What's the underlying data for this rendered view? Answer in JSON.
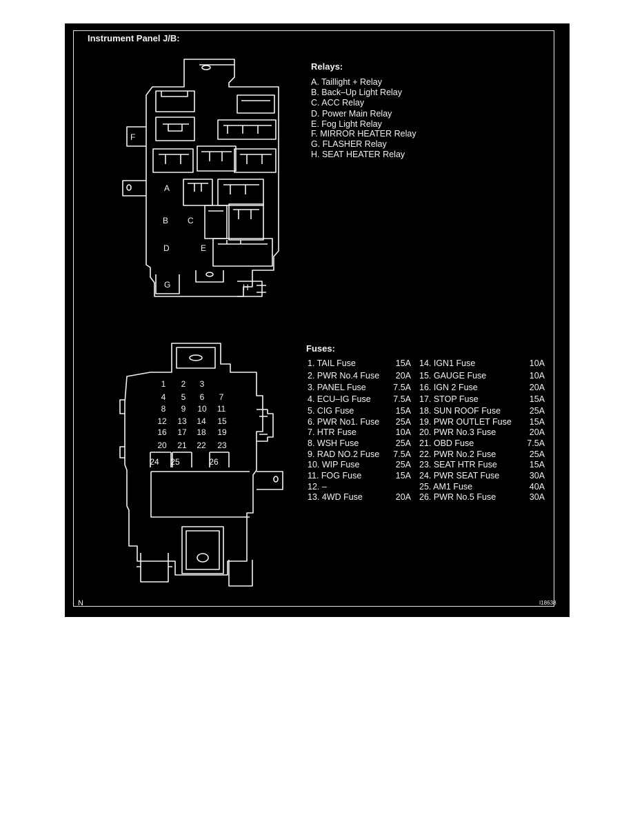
{
  "title": "Instrument Panel J/B:",
  "relays": {
    "heading": "Relays:",
    "items": [
      {
        "letter": "A",
        "text": "A. Taillight + Relay"
      },
      {
        "letter": "B",
        "text": "B. Back–Up Light Relay"
      },
      {
        "letter": "C",
        "text": "C. ACC Relay"
      },
      {
        "letter": "D",
        "text": "D. Power Main Relay"
      },
      {
        "letter": "E",
        "text": "E. Fog Light Relay"
      },
      {
        "letter": "F",
        "text": "F. MIRROR HEATER Relay"
      },
      {
        "letter": "G",
        "text": "G. FLASHER Relay"
      },
      {
        "letter": "H",
        "text": "H. SEAT HEATER Relay"
      }
    ]
  },
  "fuses": {
    "heading": "Fuses:",
    "left": [
      {
        "name": "1. TAIL Fuse",
        "amp": "15A"
      },
      {
        "name": "2. PWR No.4 Fuse",
        "amp": "20A"
      },
      {
        "name": "3. PANEL Fuse",
        "amp": "7.5A"
      },
      {
        "name": "4. ECU–IG Fuse",
        "amp": "7.5A"
      },
      {
        "name": "5. CIG Fuse",
        "amp": "15A"
      },
      {
        "name": "6. PWR No1. Fuse",
        "amp": "25A"
      },
      {
        "name": "7. HTR Fuse",
        "amp": "10A"
      },
      {
        "name": "8. WSH Fuse",
        "amp": "25A"
      },
      {
        "name": "9. RAD NO.2 Fuse",
        "amp": "7.5A"
      },
      {
        "name": "10. WIP Fuse",
        "amp": "25A"
      },
      {
        "name": "11. FOG Fuse",
        "amp": "15A"
      },
      {
        "name": "12.      –",
        "amp": ""
      },
      {
        "name": "13. 4WD Fuse",
        "amp": "20A"
      }
    ],
    "right": [
      {
        "name": "14. IGN1 Fuse",
        "amp": "10A"
      },
      {
        "name": "15. GAUGE Fuse",
        "amp": "10A"
      },
      {
        "name": "16. IGN 2 Fuse",
        "amp": "20A"
      },
      {
        "name": "17. STOP Fuse",
        "amp": "15A"
      },
      {
        "name": "18. SUN ROOF Fuse",
        "amp": "25A"
      },
      {
        "name": "19. PWR OUTLET Fuse",
        "amp": "15A"
      },
      {
        "name": "20. PWR No.3 Fuse",
        "amp": "20A"
      },
      {
        "name": "21. OBD Fuse",
        "amp": "7.5A"
      },
      {
        "name": "22. PWR No.2 Fuse",
        "amp": "25A"
      },
      {
        "name": "23. SEAT HTR Fuse",
        "amp": "15A"
      },
      {
        "name": "24. PWR SEAT Fuse",
        "amp": "30A"
      },
      {
        "name": "25. AM1 Fuse",
        "amp": "40A"
      },
      {
        "name": "26. PWR No.5 Fuse",
        "amp": "30A"
      }
    ]
  },
  "fuse_box_numbers": [
    [
      "1",
      "2",
      "3"
    ],
    [
      "4",
      "5",
      "6",
      "7"
    ],
    [
      "8",
      "9",
      "10",
      "11"
    ],
    [
      "12",
      "13",
      "14",
      "15"
    ],
    [
      "16",
      "17",
      "18",
      "19"
    ],
    [
      "20",
      "21",
      "22",
      "23"
    ],
    [
      "24",
      "25",
      "26"
    ]
  ],
  "north_marker": "N",
  "figure_id": "I18638",
  "colors": {
    "background": "#000000",
    "line": "#f2f2f2",
    "page": "#ffffff"
  }
}
